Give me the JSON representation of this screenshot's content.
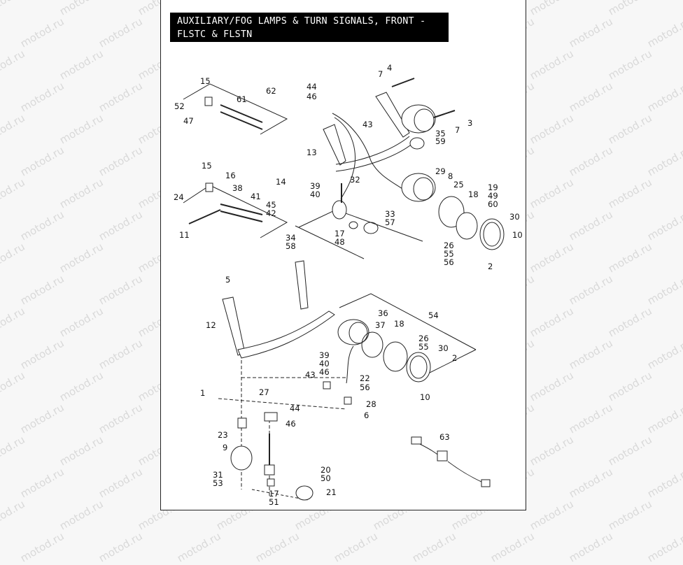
{
  "title": [
    "AUXILIARY/FOG LAMPS & TURN SIGNALS, FRONT -",
    "FLSTC & FLSTN"
  ],
  "watermark": "motod.ru",
  "callouts": [
    "15",
    "52",
    "62",
    "61",
    "47",
    "44",
    "46",
    "4",
    "7",
    "3",
    "7",
    "43",
    "35",
    "59",
    "13",
    "15",
    "16",
    "14",
    "24",
    "38",
    "41",
    "45",
    "42",
    "11",
    "39",
    "40",
    "32",
    "29",
    "8",
    "25",
    "18",
    "19",
    "49",
    "60",
    "33",
    "57",
    "30",
    "10",
    "17",
    "48",
    "34",
    "58",
    "26",
    "55",
    "56",
    "2",
    "5",
    "12",
    "36",
    "37",
    "18",
    "54",
    "26",
    "55",
    "30",
    "2",
    "39",
    "40",
    "46",
    "43",
    "22",
    "56",
    "10",
    "1",
    "27",
    "28",
    "6",
    "23",
    "44",
    "46",
    "9",
    "31",
    "53",
    "17",
    "51",
    "20",
    "50",
    "21",
    "63"
  ]
}
